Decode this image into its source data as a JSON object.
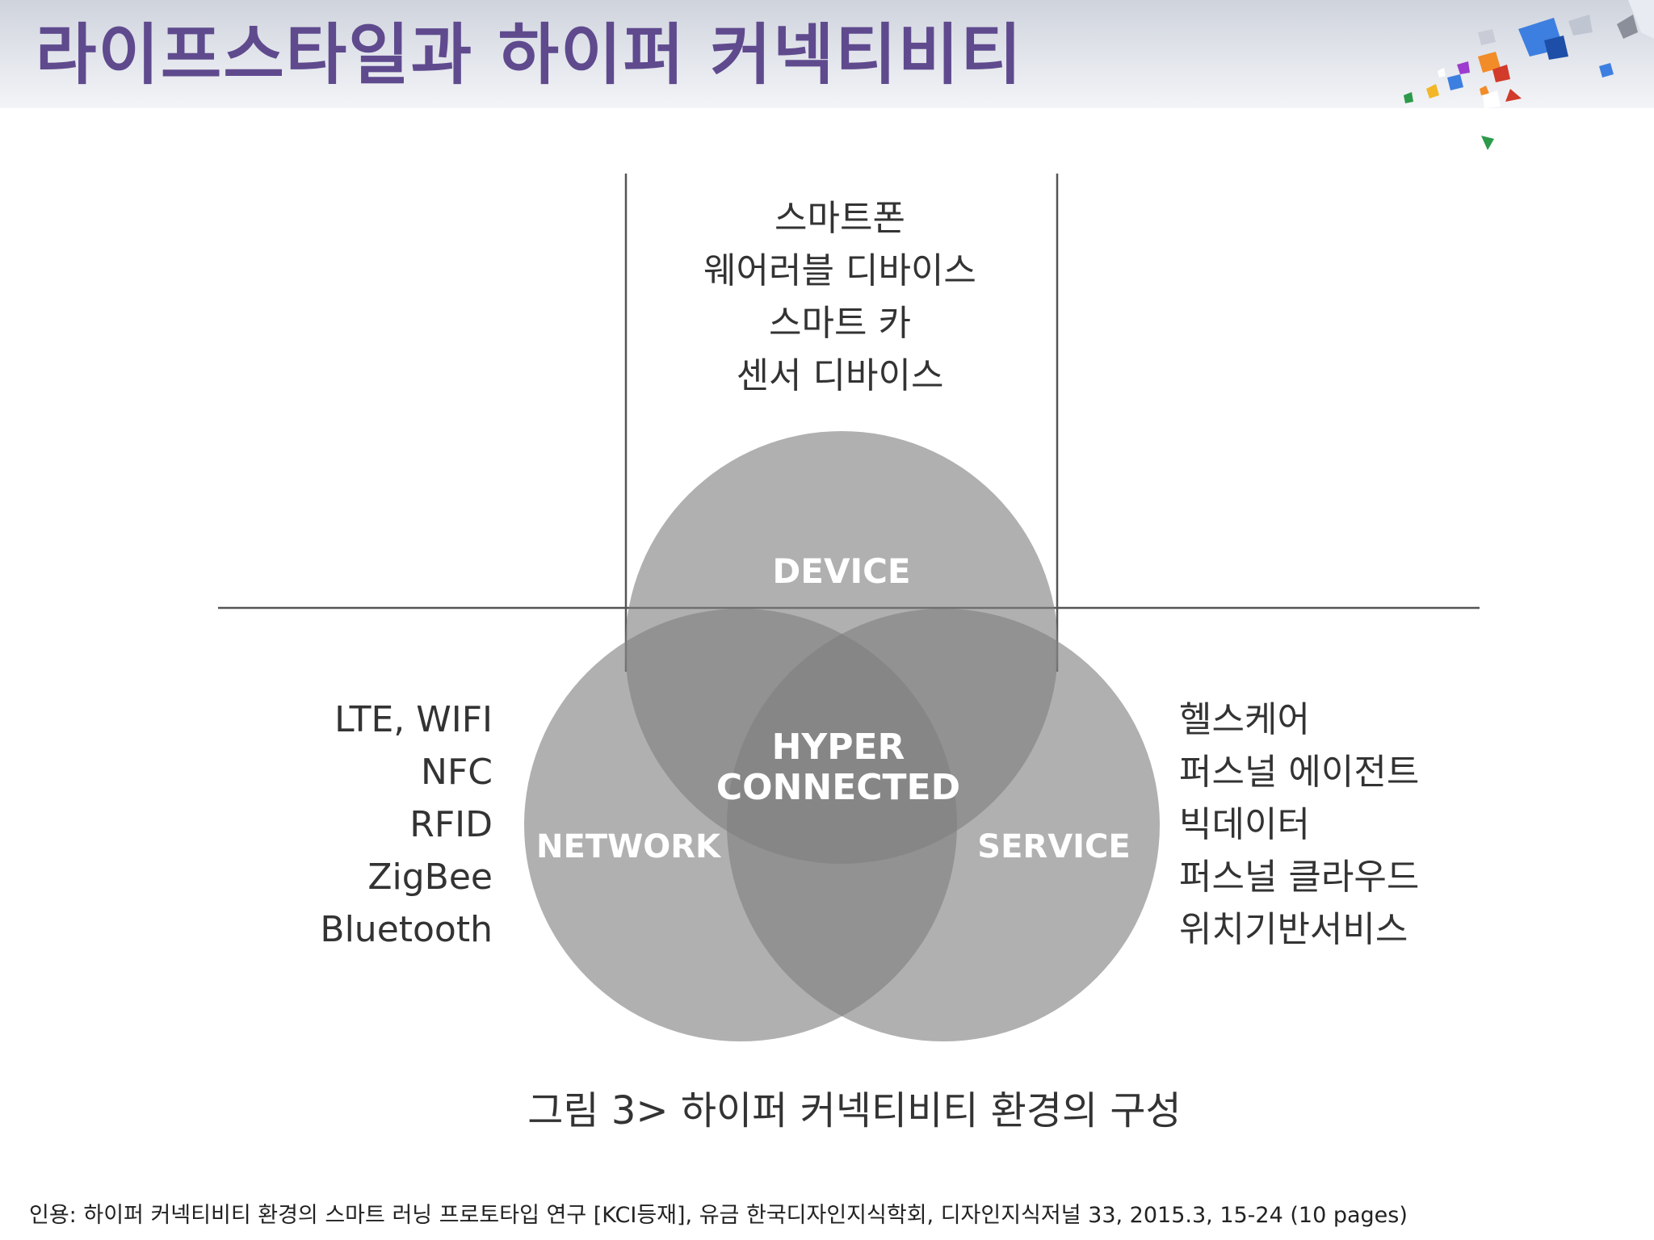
{
  "slide": {
    "title": "라이프스타일과 하이퍼 커넥티비티",
    "citation": "인용: 하이퍼 커넥티비티 환경의 스마트 러닝 프로토타입 연구 [KCI등재], 유금 한국디자인지식학회, 디자인지식저널 33, 2015.3, 15-24 (10 pages)"
  },
  "diagram": {
    "circles": [
      {
        "label": "DEVICE"
      },
      {
        "label": "NETWORK"
      },
      {
        "label": "SERVICE"
      }
    ],
    "center_label": [
      "HYPER",
      "CONNECTED"
    ],
    "device_items": [
      "스마트폰",
      "웨어러블 디바이스",
      "스마트 카",
      "센서 디바이스"
    ],
    "network_items": [
      "LTE, WIFI",
      "NFC",
      "RFID",
      "ZigBee",
      "Bluetooth"
    ],
    "service_items": [
      "헬스케어",
      "퍼스널 에이전트",
      "빅데이터",
      "퍼스널 클라우드",
      "위치기반서비스"
    ],
    "caption": "그림 3> 하이퍼 커넥티비티 환경의 구성",
    "colors": {
      "circle_fill": "#808080",
      "line": "#555555",
      "text_light": "#ffffff",
      "text_dark": "#333333"
    }
  }
}
